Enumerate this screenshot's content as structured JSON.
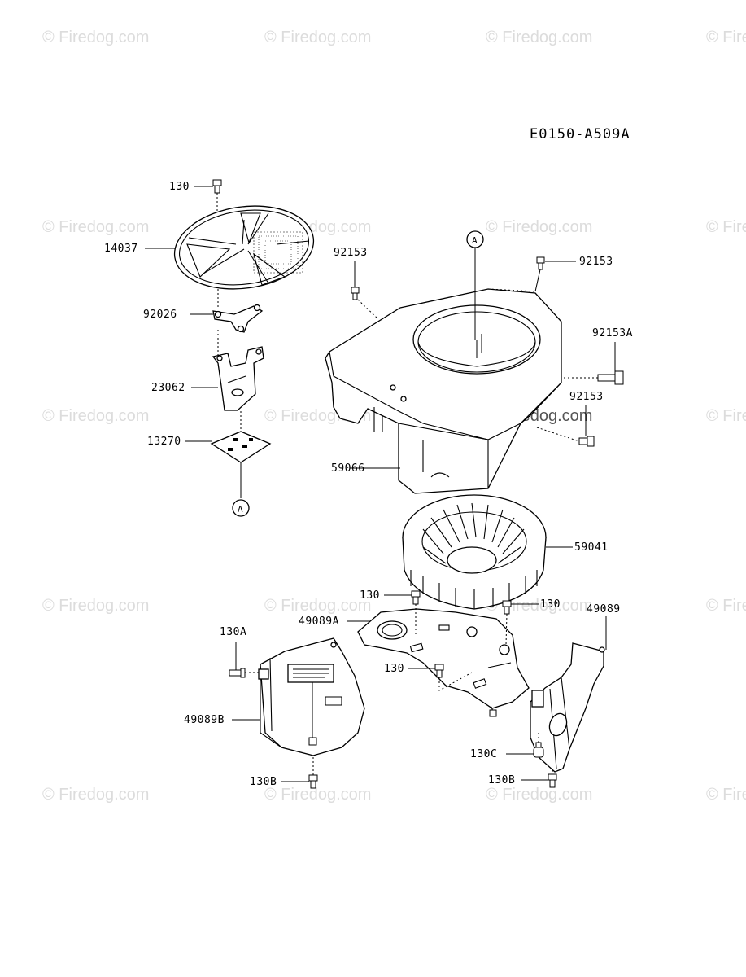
{
  "diagram_code": "E0150-A509A",
  "watermark": "© Firedog.com",
  "callouts": {
    "a_ref": "A"
  },
  "labels": {
    "l130_top": "130",
    "l14037": "14037",
    "l92026": "92026",
    "l23062": "23062",
    "l13270": "13270",
    "l92153_left": "92153",
    "l92153_right": "92153",
    "l92153A": "92153A",
    "l92153_lower": "92153",
    "l59066": "59066",
    "l59041": "59041",
    "l130_mid_left": "130",
    "l130_mid_right": "130",
    "l49089A": "49089A",
    "l49089": "49089",
    "l130A": "130A",
    "l130_low": "130",
    "l49089B": "49089B",
    "l130C": "130C",
    "l130B_left": "130B",
    "l130B_right": "130B"
  }
}
